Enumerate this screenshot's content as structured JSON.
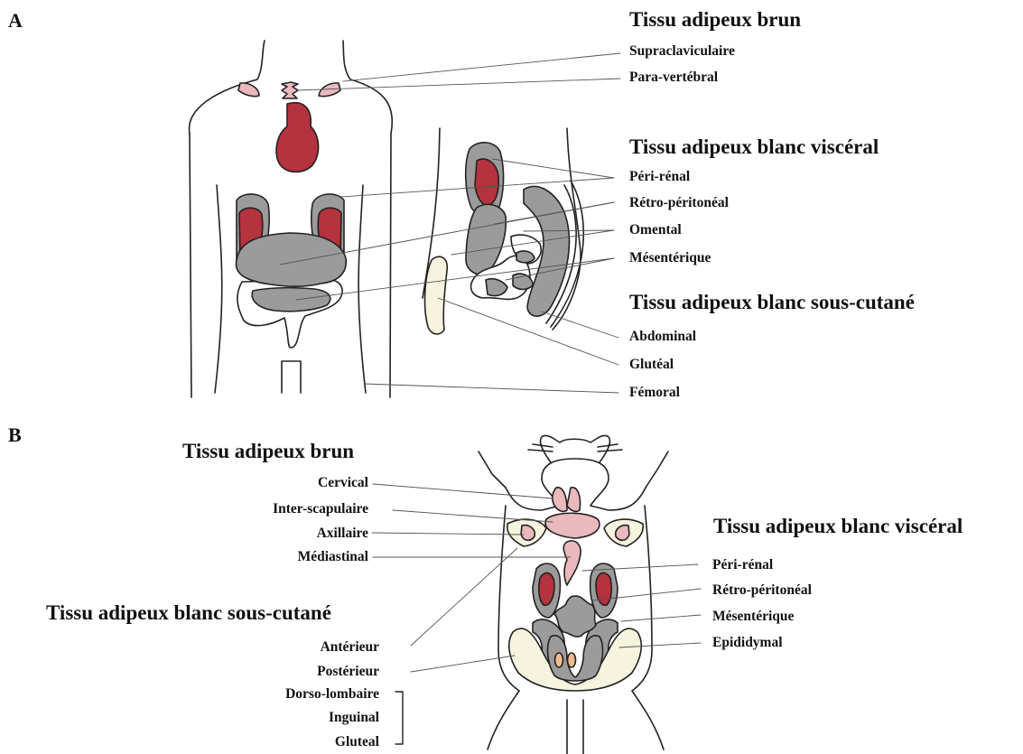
{
  "panels": {
    "a": "A",
    "b": "B"
  },
  "panel_a": {
    "brown": {
      "heading": "Tissu adipeux brun",
      "items": [
        "Supraclaviculaire",
        "Para-vertébral"
      ]
    },
    "visceral": {
      "heading": "Tissu adipeux blanc viscéral",
      "items": [
        "Péri-rénal",
        "Rétro-péritonéal",
        "Omental",
        "Mésentérique"
      ]
    },
    "subcutaneous": {
      "heading": "Tissu adipeux blanc sous-cutané",
      "items": [
        "Abdominal",
        "Glutéal",
        "Fémoral"
      ]
    }
  },
  "panel_b": {
    "brown": {
      "heading": "Tissu adipeux brun",
      "items": [
        "Cervical",
        "Inter-scapulaire",
        "Axillaire",
        "Médiastinal"
      ]
    },
    "subcutaneous": {
      "heading": "Tissu adipeux blanc sous-cutané",
      "items": [
        "Antérieur",
        "Postérieur",
        "Dorso-lombaire",
        "Inguinal",
        "Gluteal"
      ]
    },
    "visceral": {
      "heading": "Tissu adipeux blanc viscéral",
      "items": [
        "Péri-rénal",
        "Rétro-péritonéal",
        "Mésentérique",
        "Epididymal"
      ]
    }
  },
  "colors": {
    "brown_fat": "#e9b9bd",
    "organ_red": "#b5323f",
    "visceral_grey": "#9b9b9b",
    "subcutaneous_cream": "#f6f3de",
    "gonad_orange": "#edbd8c",
    "outline": "#222222"
  }
}
